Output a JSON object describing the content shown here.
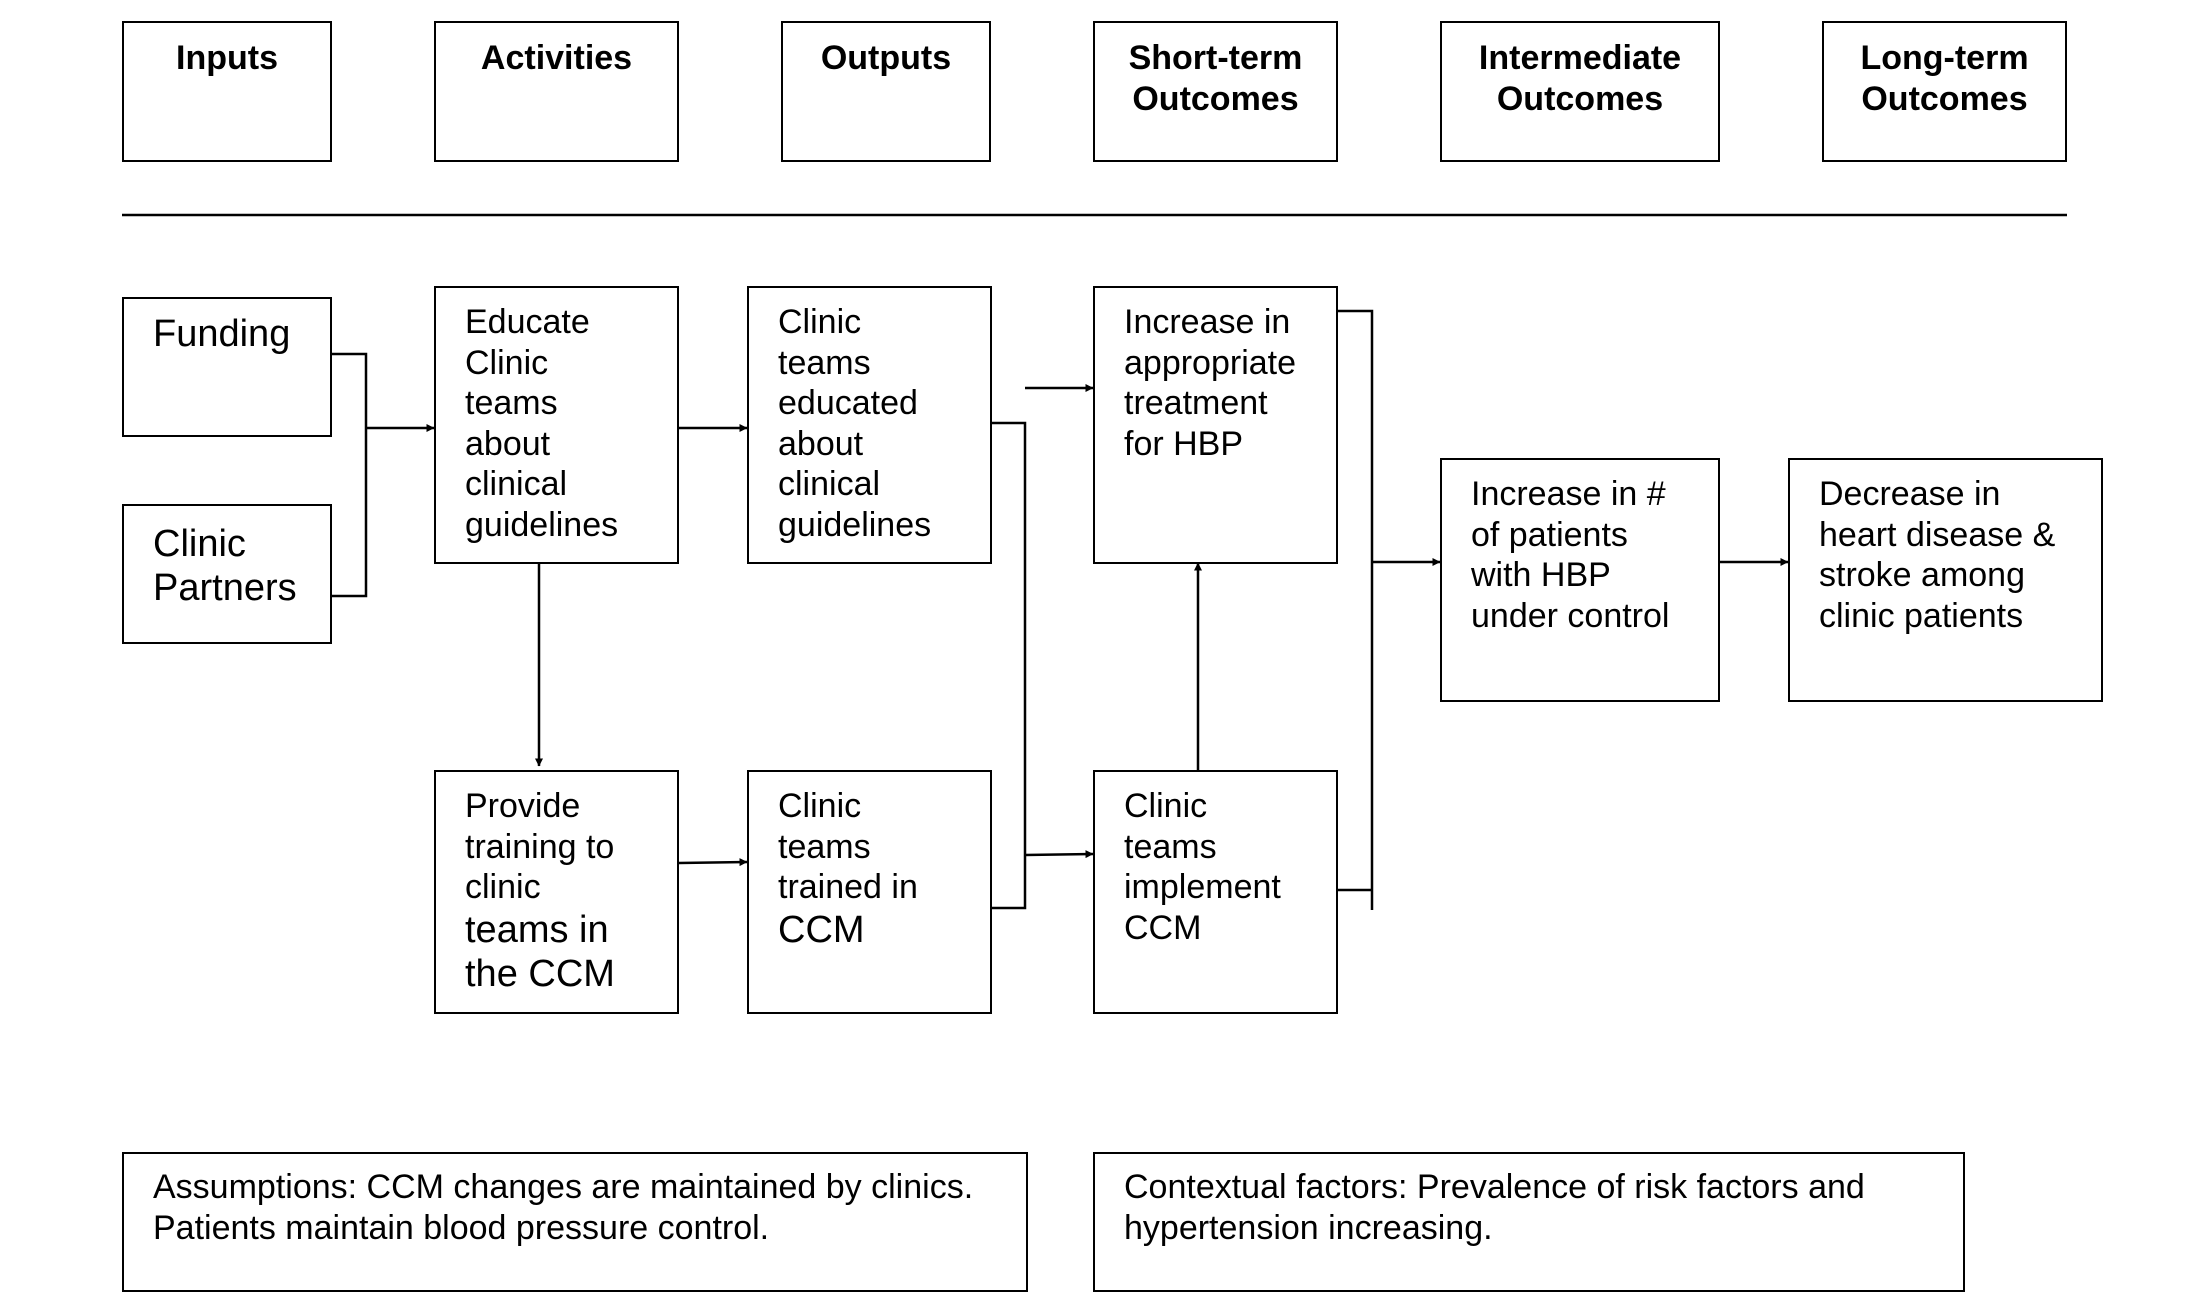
{
  "headers": {
    "inputs": "Inputs",
    "activities": "Activities",
    "outputs": "Outputs",
    "short_term": [
      "Short-term",
      "Outcomes"
    ],
    "intermediate": [
      "Intermediate",
      "Outcomes"
    ],
    "long_term": [
      "Long-term",
      "Outcomes"
    ]
  },
  "nodes": {
    "funding": [
      "Funding"
    ],
    "clinic_partners": [
      "Clinic",
      "Partners"
    ],
    "educate": [
      "Educate",
      "Clinic",
      "teams",
      "about",
      "clinical",
      "guidelines"
    ],
    "educated": [
      "Clinic",
      "teams",
      "educated",
      "about",
      "clinical",
      "guidelines"
    ],
    "increase_treatment": [
      "Increase in",
      "appropriate",
      "treatment",
      "for HBP"
    ],
    "provide_training": [
      "Provide",
      "training to",
      "clinic",
      "teams in",
      "the CCM"
    ],
    "trained": [
      "Clinic",
      "teams",
      "trained in",
      "CCM"
    ],
    "implement": [
      "Clinic",
      "teams",
      "implement",
      "CCM"
    ],
    "hbp_control": [
      "Increase in #",
      "of patients",
      "with HBP",
      "under control"
    ],
    "decrease": [
      "Decrease in",
      "heart disease &",
      "stroke among",
      "clinic patients"
    ]
  },
  "notes": {
    "assumptions": [
      "Assumptions: CCM changes are maintained by clinics.",
      "Patients maintain blood pressure control."
    ],
    "contextual": [
      "Contextual factors: Prevalence of risk factors and",
      "hypertension increasing."
    ]
  }
}
